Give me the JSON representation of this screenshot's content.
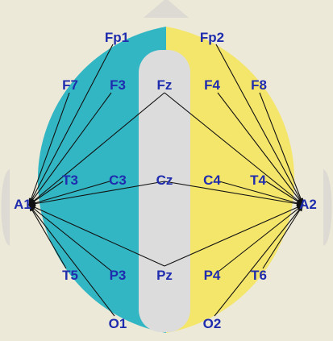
{
  "colors": {
    "background": "#ece9d8",
    "head_outline": "#dcdad2",
    "left_hemisphere": "#33b6c3",
    "right_hemisphere": "#f4e56b",
    "midline_band": "#dcdcdc",
    "connection_lines": "#111111",
    "electrode_label": "#1f2cae"
  },
  "electrodes": {
    "fp1": "Fp1",
    "fp2": "Fp2",
    "f7": "F7",
    "f3": "F3",
    "fz": "Fz",
    "f4": "F4",
    "f8": "F8",
    "a1": "A1",
    "t3": "T3",
    "c3": "C3",
    "cz": "Cz",
    "c4": "C4",
    "t4": "T4",
    "a2": "A2",
    "t5": "T5",
    "p3": "P3",
    "pz": "Pz",
    "p4": "P4",
    "t6": "T6",
    "o1": "O1",
    "o2": "O2"
  },
  "connections": [
    [
      "A1",
      "Fp1"
    ],
    [
      "A1",
      "F7"
    ],
    [
      "A1",
      "F3"
    ],
    [
      "A1",
      "Fz"
    ],
    [
      "A1",
      "T3"
    ],
    [
      "A1",
      "C3"
    ],
    [
      "A1",
      "Cz"
    ],
    [
      "A1",
      "T5"
    ],
    [
      "A1",
      "P3"
    ],
    [
      "A1",
      "Pz"
    ],
    [
      "A1",
      "O1"
    ],
    [
      "A2",
      "Fp2"
    ],
    [
      "A2",
      "F8"
    ],
    [
      "A2",
      "F4"
    ],
    [
      "A2",
      "Fz"
    ],
    [
      "A2",
      "T4"
    ],
    [
      "A2",
      "C4"
    ],
    [
      "A2",
      "Cz"
    ],
    [
      "A2",
      "T6"
    ],
    [
      "A2",
      "P4"
    ],
    [
      "A2",
      "Pz"
    ],
    [
      "A2",
      "O2"
    ]
  ]
}
